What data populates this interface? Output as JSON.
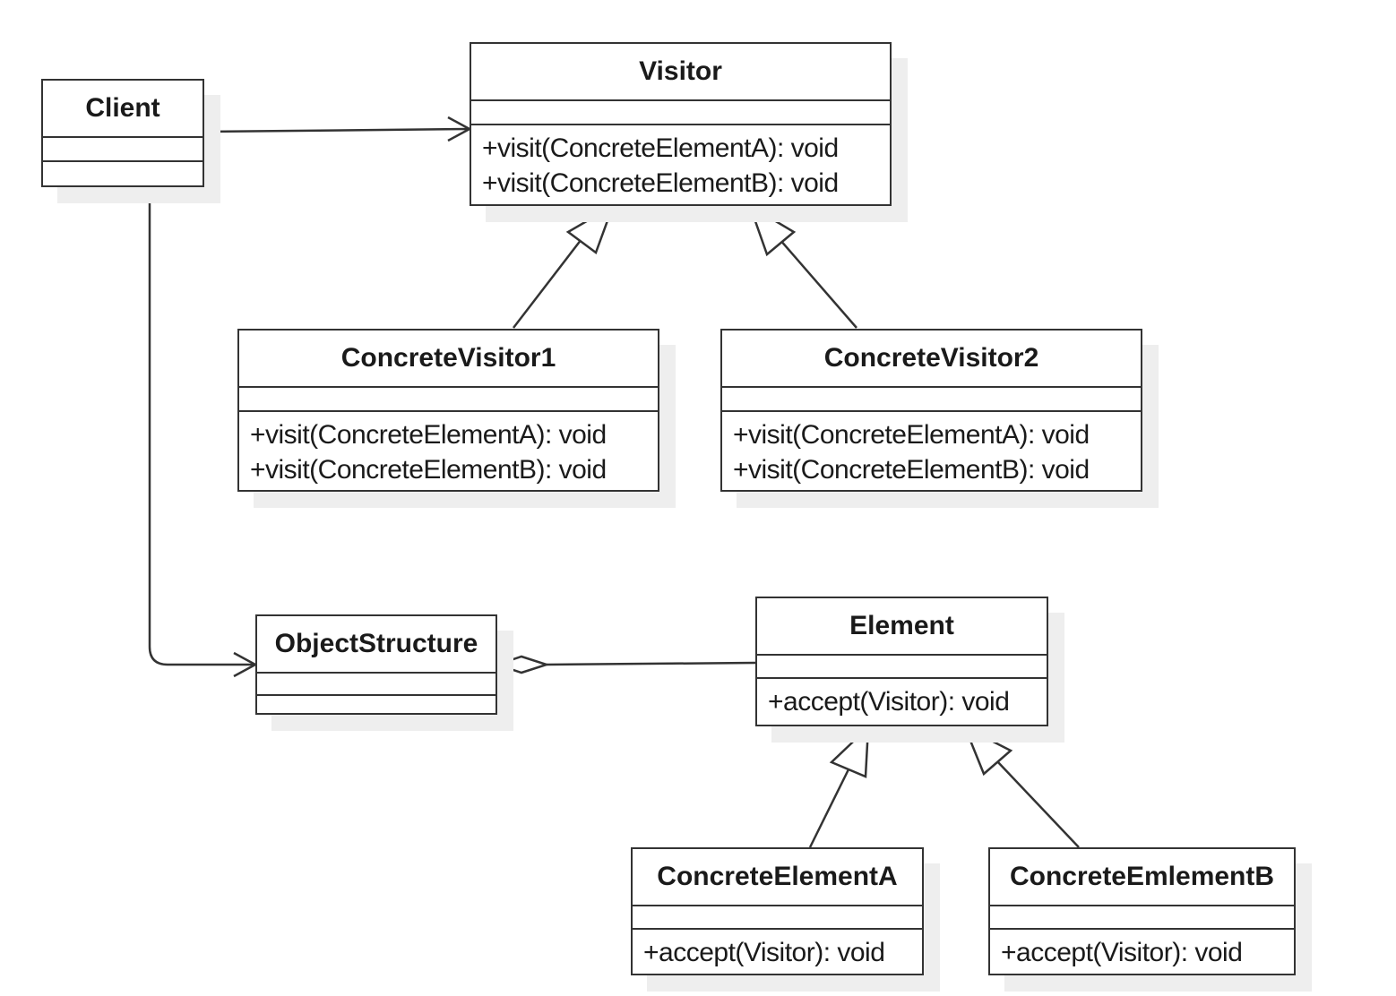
{
  "classes": {
    "client": {
      "name": "Client"
    },
    "visitor": {
      "name": "Visitor",
      "operations": [
        "+visit(ConcreteElementA): void",
        "+visit(ConcreteElementB): void"
      ]
    },
    "concrete_visitor1": {
      "name": "ConcreteVisitor1",
      "operations": [
        "+visit(ConcreteElementA): void",
        "+visit(ConcreteElementB): void"
      ]
    },
    "concrete_visitor2": {
      "name": "ConcreteVisitor2",
      "operations": [
        "+visit(ConcreteElementA): void",
        "+visit(ConcreteElementB): void"
      ]
    },
    "object_structure": {
      "name": "ObjectStructure"
    },
    "element": {
      "name": "Element",
      "operations": [
        "+accept(Visitor): void"
      ]
    },
    "concrete_element_a": {
      "name": "ConcreteElementA",
      "operations": [
        "+accept(Visitor): void"
      ]
    },
    "concrete_element_b": {
      "name": "ConcreteEmlementB",
      "operations": [
        "+accept(Visitor): void"
      ]
    }
  },
  "relations": [
    {
      "type": "association",
      "from": "Client",
      "to": "Visitor"
    },
    {
      "type": "association",
      "from": "Client",
      "to": "ObjectStructure"
    },
    {
      "type": "aggregation",
      "from": "ObjectStructure",
      "to": "Element"
    },
    {
      "type": "generalization",
      "from": "ConcreteVisitor1",
      "to": "Visitor"
    },
    {
      "type": "generalization",
      "from": "ConcreteVisitor2",
      "to": "Visitor"
    },
    {
      "type": "generalization",
      "from": "ConcreteElementA",
      "to": "Element"
    },
    {
      "type": "generalization",
      "from": "ConcreteEmlementB",
      "to": "Element"
    }
  ],
  "colors": {
    "stroke": "#333333",
    "shadow": "#eeeeee",
    "fill": "#ffffff"
  }
}
